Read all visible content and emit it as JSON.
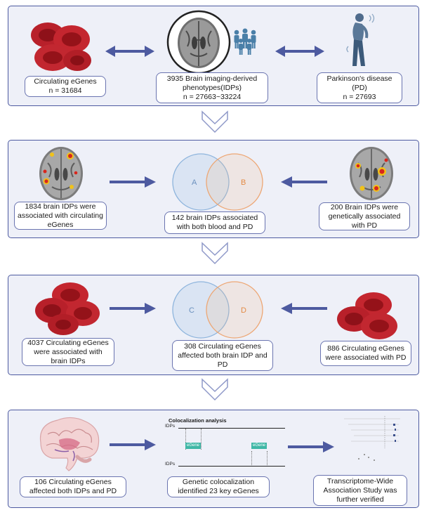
{
  "colors": {
    "panel_border": "#4d5aa0",
    "panel_fill": "#eef0f8",
    "arrow": "#4d5aa0",
    "circle_a": "#9ec0e4",
    "circle_b": "#efb585",
    "egene_box": "#3fb7a6"
  },
  "panel1": {
    "left_label": "Circulating eGenes\nn = 31684",
    "center_label": "3935 Brain imaging-derived phenotypes(IDPs)\nn = 27663~33224",
    "right_label": "Parkinson's disease (PD)\nn = 27693"
  },
  "panel2": {
    "left_label": "1834 brain IDPs were associated with circulating eGenes",
    "center_label": "142 brain IDPs associated with both blood and PD",
    "right_label": "200 Brain IDPs were genetically associated with PD",
    "venn_a": "A",
    "venn_b": "B"
  },
  "panel3": {
    "left_label": "4037 Circulating eGenes were associated with brain IDPs",
    "center_label": "308 Circulating eGenes affected both brain IDP and PD",
    "right_label": "886 Circulating eGenes were associated with PD",
    "venn_c": "C",
    "venn_d": "D"
  },
  "panel4": {
    "left_label": "106 Circulating eGenes affected both IDPs and PD",
    "center_label": "Genetic colocalization identified 23 key eGenes",
    "right_label": "Transcriptome-Wide Association Study was further verified",
    "coloc_title": "Colocalization analysis",
    "coloc_track_top": "IDPs",
    "coloc_track_bottom": "IDPs",
    "coloc_box_1": "eGene",
    "coloc_box_2": "eGene"
  }
}
